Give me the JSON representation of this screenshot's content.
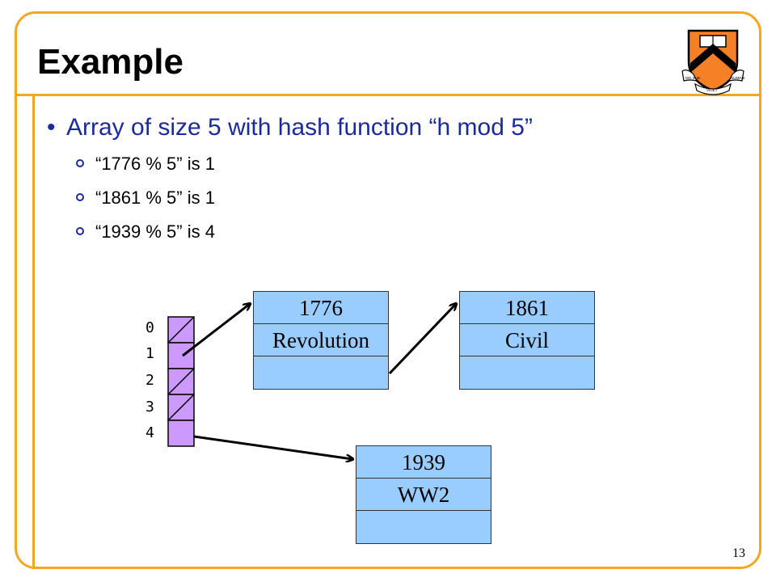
{
  "slide": {
    "title": "Example",
    "page_number": "13",
    "colors": {
      "frame": "#F5A623",
      "bullet_text": "#1B2A9E",
      "array_cell": "#CC99FF",
      "node_fill": "#99CCFF",
      "logo_shield": "#F58025"
    }
  },
  "bullets": [
    {
      "text": "Array of size 5 with hash function “h mod 5”"
    }
  ],
  "sub_bullets": [
    {
      "text": "“1776 % 5” is 1"
    },
    {
      "text": "“1861 % 5” is 1"
    },
    {
      "text": "“1939 % 5” is 4"
    }
  ],
  "array": {
    "indices": [
      "0",
      "1",
      "2",
      "3",
      "4"
    ],
    "occupied": [
      false,
      true,
      false,
      false,
      true
    ]
  },
  "nodes": [
    {
      "key": "1776",
      "value": "Revolution"
    },
    {
      "key": "1861",
      "value": "Civil"
    },
    {
      "key": "1939",
      "value": "WW2"
    }
  ],
  "links": [
    {
      "from": "array-slot-1",
      "to": "node-1776"
    },
    {
      "from": "node-1776",
      "to": "node-1861"
    },
    {
      "from": "array-slot-4",
      "to": "node-1939"
    }
  ],
  "logo": {
    "motto_left": "DEI SUB",
    "motto_right": "NUMINE",
    "motto_bottom": "VIGET",
    "name": "princeton-shield"
  }
}
